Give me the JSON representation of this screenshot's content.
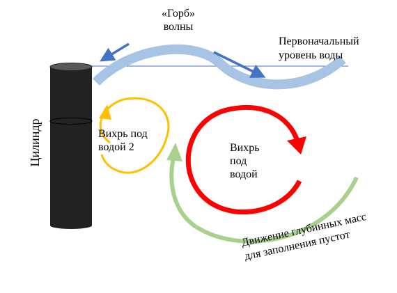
{
  "labels": {
    "hump": [
      "«Горб»",
      "волны"
    ],
    "initial_water_level": [
      "Первоначальный",
      "уровень воды"
    ],
    "cylinder": "Цилиндр",
    "vortex_2": [
      "Вихрь под",
      "водой 2"
    ],
    "vortex": [
      "Вихрь",
      "под",
      "водой"
    ],
    "deep_mass_motion": [
      "Движение глубинных масс",
      "для заполнения пустот"
    ]
  },
  "colors": {
    "wave": "#a7c4e4",
    "direction_arrows": "#4472c4",
    "cylinder": "#222222",
    "vortex": "#ff0000",
    "vortex_2": "#ffc000",
    "deep_mass_motion": "#a9d18e",
    "water_level_line": "#4472c4"
  }
}
